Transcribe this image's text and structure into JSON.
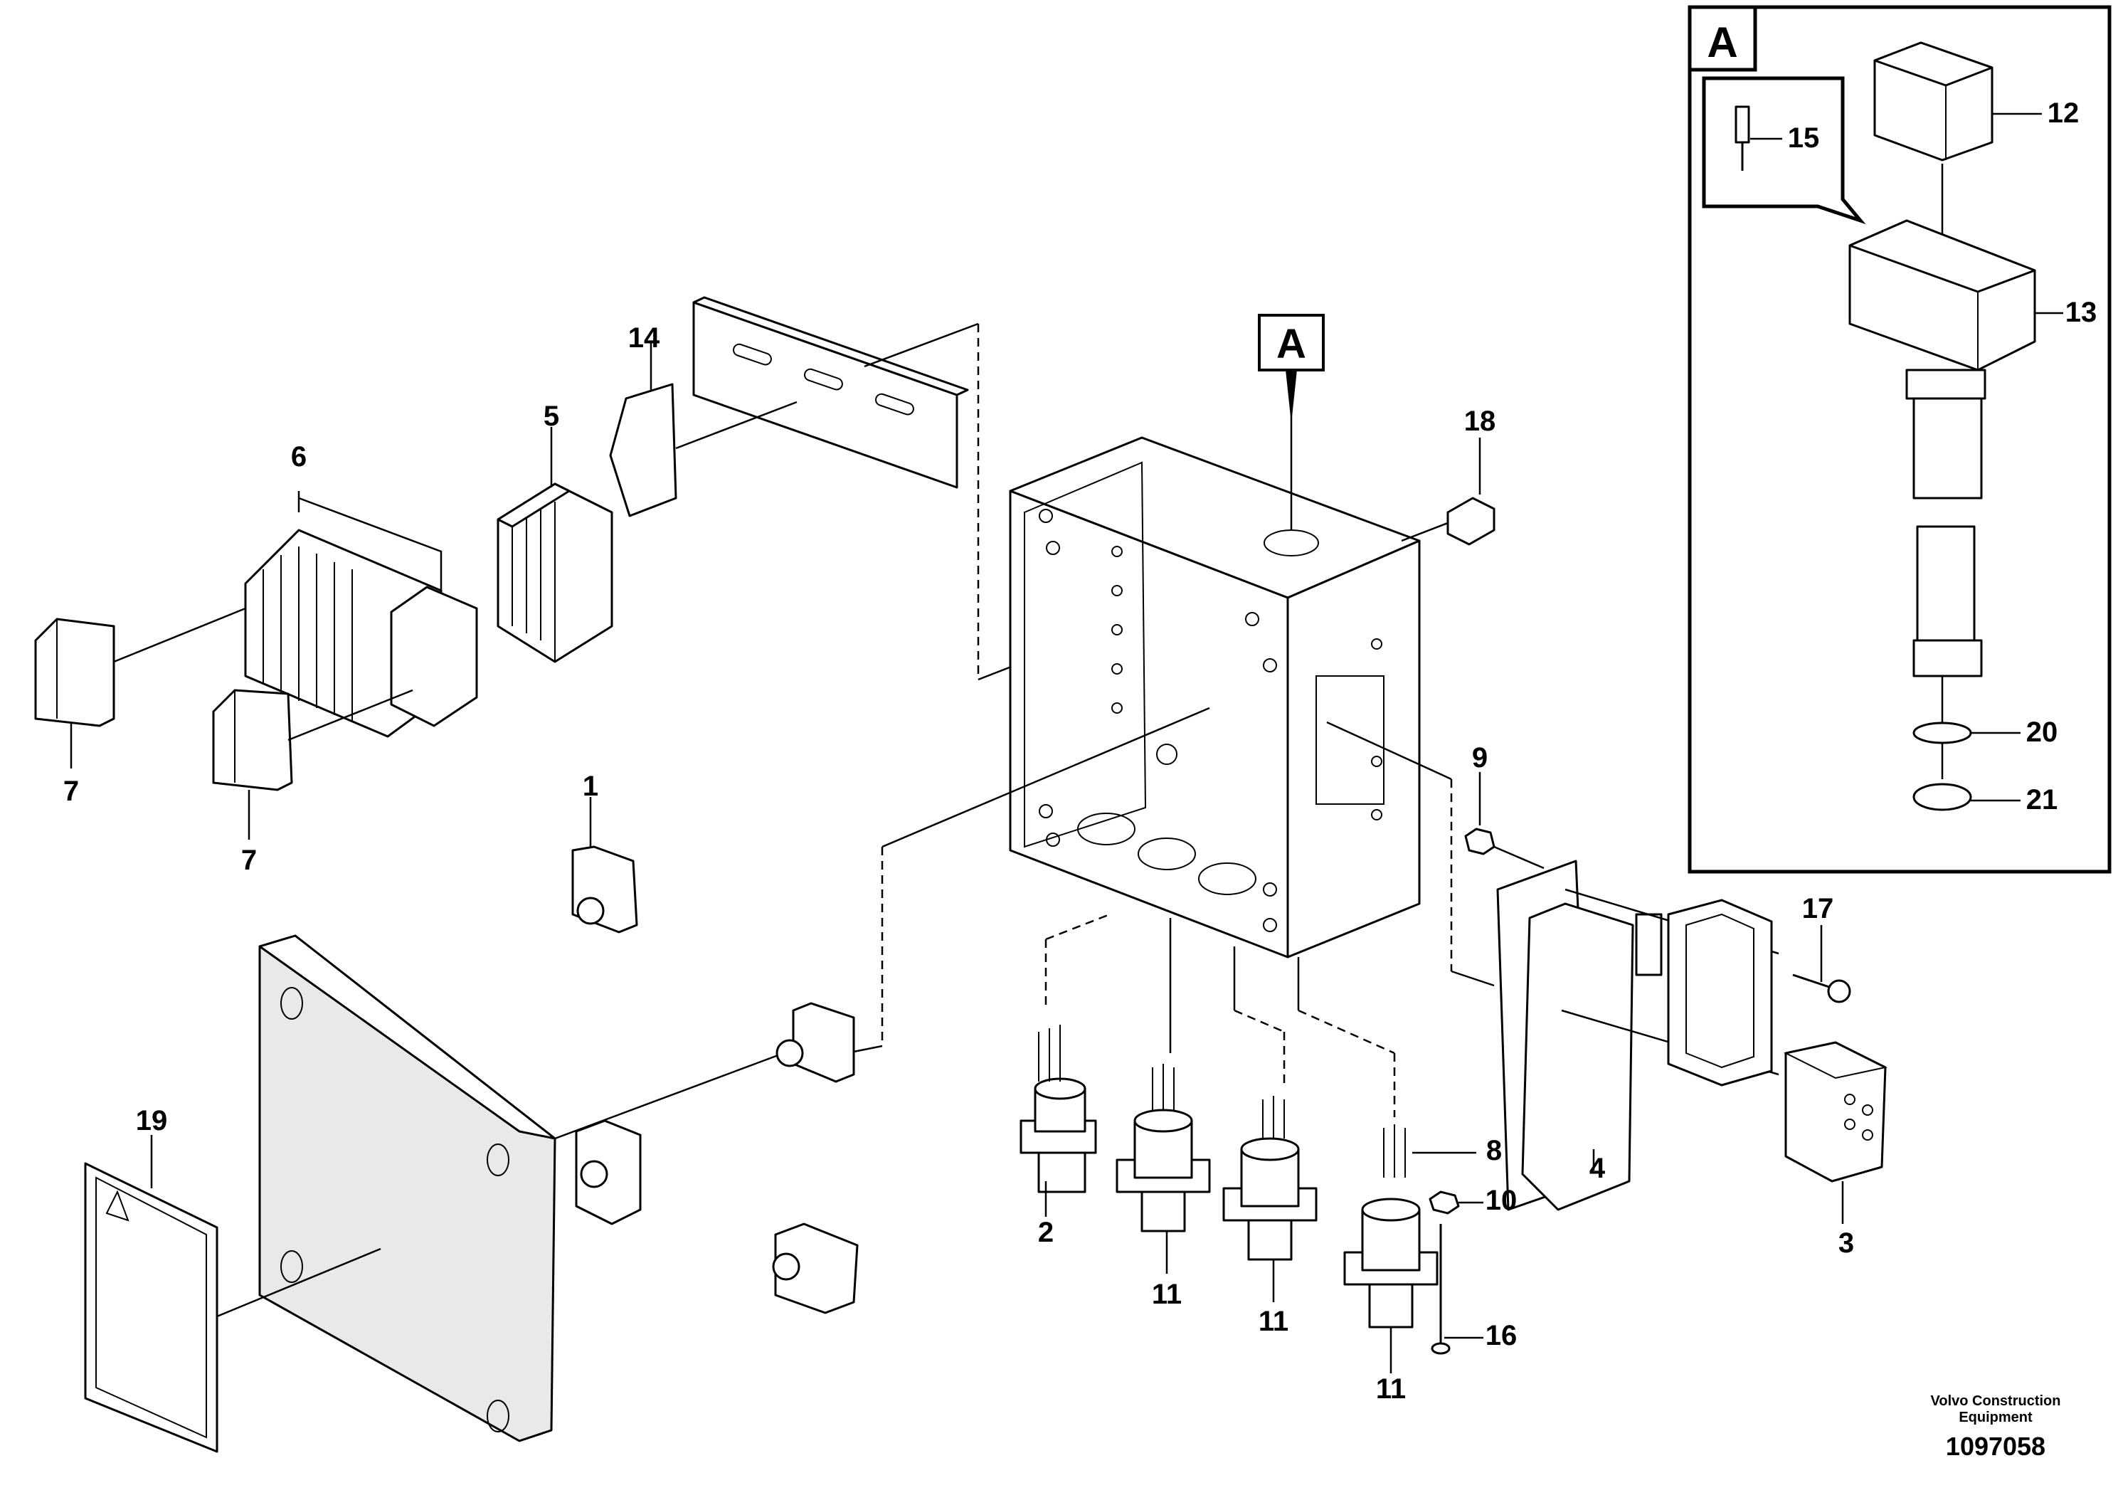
{
  "callout": {
    "letter": "A"
  },
  "inset": {
    "letter": "A"
  },
  "labels": {
    "p1": "1",
    "p2": "2",
    "p3": "3",
    "p4": "4",
    "p5": "5",
    "p6": "6",
    "p7a": "7",
    "p7b": "7",
    "p8": "8",
    "p9": "9",
    "p10": "10",
    "p11a": "11",
    "p11b": "11",
    "p11c": "11",
    "p12": "12",
    "p13": "13",
    "p14": "14",
    "p15": "15",
    "p16": "16",
    "p17": "17",
    "p18": "18",
    "p19": "19",
    "p20": "20",
    "p21": "21"
  },
  "footer": {
    "brand_line1": "Volvo Construction",
    "brand_line2": "Equipment",
    "ref_number": "1097058"
  }
}
